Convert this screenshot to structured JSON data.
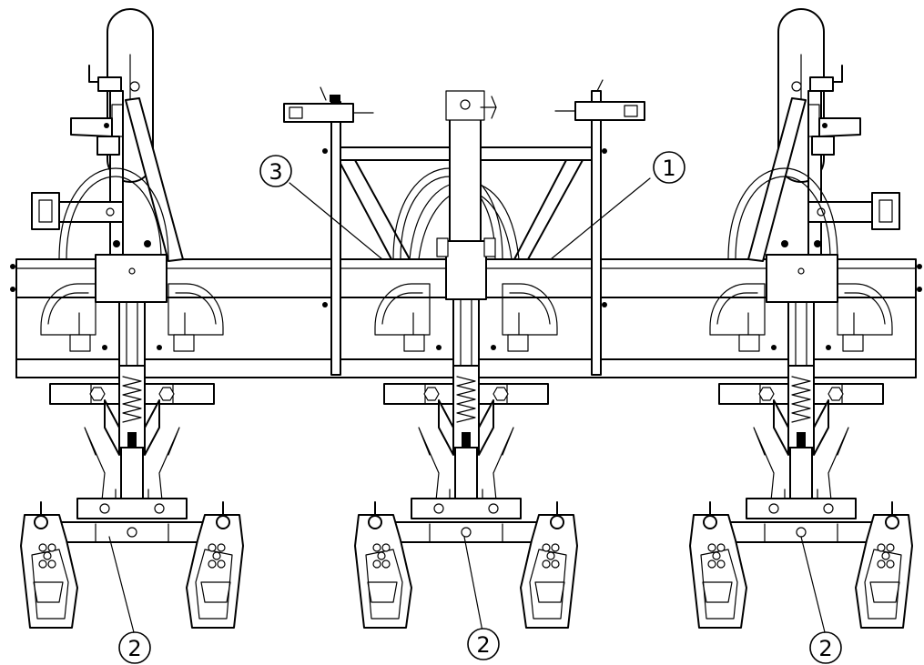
{
  "callouts": [
    {
      "id": "frame",
      "label": "1"
    },
    {
      "id": "shank-left",
      "label": "2"
    },
    {
      "id": "shank-middle",
      "label": "2"
    },
    {
      "id": "shank-right",
      "label": "2"
    },
    {
      "id": "strut",
      "label": "3"
    }
  ],
  "colors": {
    "line": "#000000",
    "background": "#ffffff"
  }
}
